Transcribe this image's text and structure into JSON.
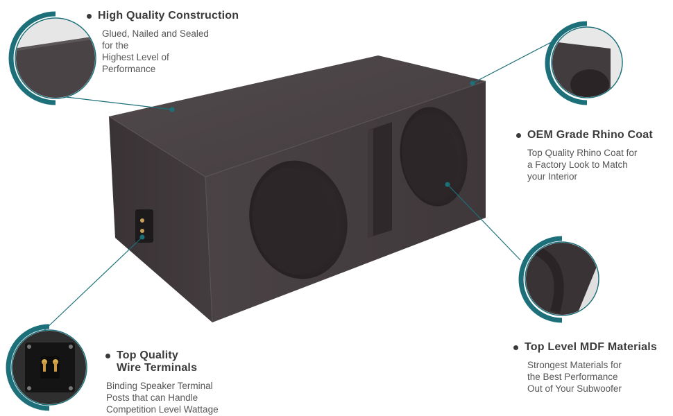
{
  "product": {
    "type": "dual-vented-subwoofer-enclosure",
    "colors": {
      "box_top": "#4b4446",
      "box_front": "#433c3e",
      "box_side": "#3c3537",
      "port_hole": "#2c2628",
      "accent_ring": "#1d6f7a",
      "leader_line": "#1d6f7a"
    }
  },
  "callouts": {
    "construction": {
      "title": "High Quality Construction",
      "desc": [
        "Glued, Nailed and Sealed",
        "for the",
        "Highest Level of",
        "Performance"
      ]
    },
    "rhino": {
      "title": "OEM Grade Rhino Coat",
      "desc": [
        "Top Quality Rhino Coat for",
        "a Factory Look to Match",
        "your Interior"
      ]
    },
    "mdf": {
      "title": "Top Level MDF Materials",
      "desc": [
        "Strongest Materials for",
        "the Best Performance",
        "Out of  Your Subwoofer"
      ]
    },
    "terminals": {
      "title": [
        "Top Quality",
        "Wire Terminals"
      ],
      "desc": [
        "Binding Speaker Terminal",
        "Posts that can Handle",
        "Competition Level Wattage"
      ]
    }
  }
}
